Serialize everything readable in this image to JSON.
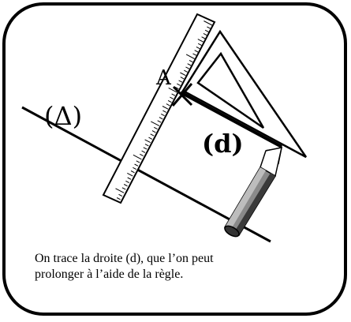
{
  "labels": {
    "delta": "(Δ)",
    "d": "(d)",
    "point_a": "A"
  },
  "caption": {
    "line1": "On trace la droite (d), que l’on peut",
    "line2": "prolonger à l’aide de la règle."
  },
  "colors": {
    "ink": "#000000",
    "paper": "#ffffff",
    "pencil_light": "#bdbdbd",
    "pencil_mid": "#8a8a8a",
    "pencil_dark": "#3a3a3a"
  }
}
